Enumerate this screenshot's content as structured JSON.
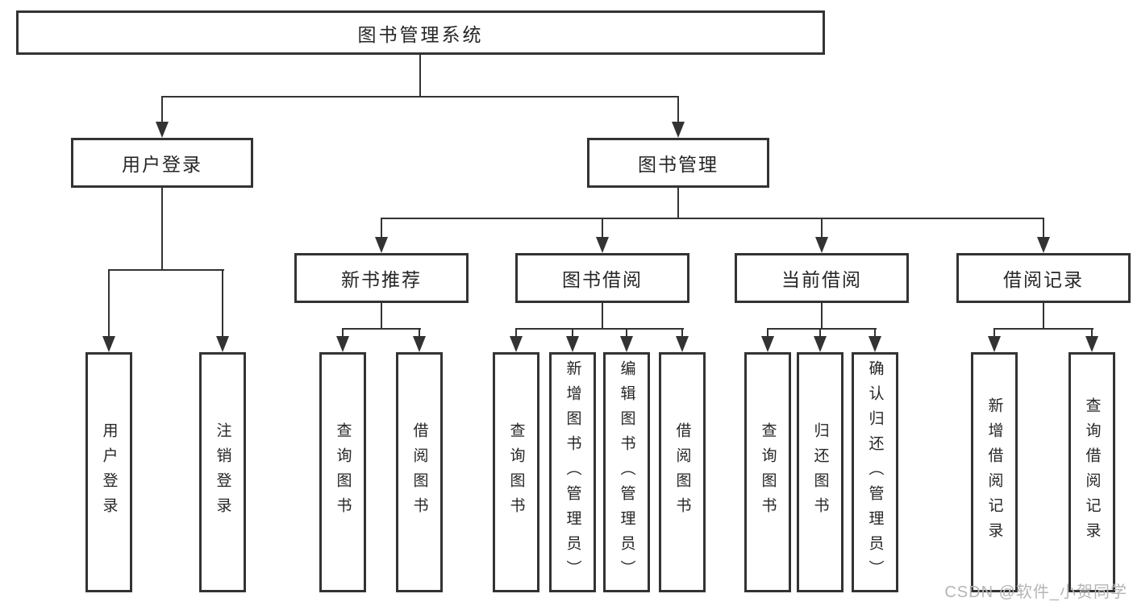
{
  "diagram": {
    "type": "hierarchy-tree",
    "colors": {
      "line": "#333333",
      "box_border": "#333333",
      "text": "#262626",
      "background": "#ffffff",
      "watermark_text_color": "#b5b5b5"
    },
    "tree": {
      "label": "图书管理系统",
      "children": [
        {
          "label": "用户登录",
          "children": [
            {
              "label": "用户登录"
            },
            {
              "label": "注销登录"
            }
          ]
        },
        {
          "label": "图书管理",
          "children": [
            {
              "label": "新书推荐",
              "children": [
                {
                  "label": "查询图书"
                },
                {
                  "label": "借阅图书"
                }
              ]
            },
            {
              "label": "图书借阅",
              "children": [
                {
                  "label": "查询图书"
                },
                {
                  "label": "新增图书（管理员）"
                },
                {
                  "label": "编辑图书（管理员）"
                },
                {
                  "label": "借阅图书"
                }
              ]
            },
            {
              "label": "当前借阅",
              "children": [
                {
                  "label": "查询图书"
                },
                {
                  "label": "归还图书"
                },
                {
                  "label": "确认归还（管理员）"
                }
              ]
            },
            {
              "label": "借阅记录",
              "children": [
                {
                  "label": "新增借阅记录"
                },
                {
                  "label": "查询借阅记录"
                }
              ]
            }
          ]
        }
      ]
    },
    "watermark": "CSDN @软件_小贺同学"
  }
}
